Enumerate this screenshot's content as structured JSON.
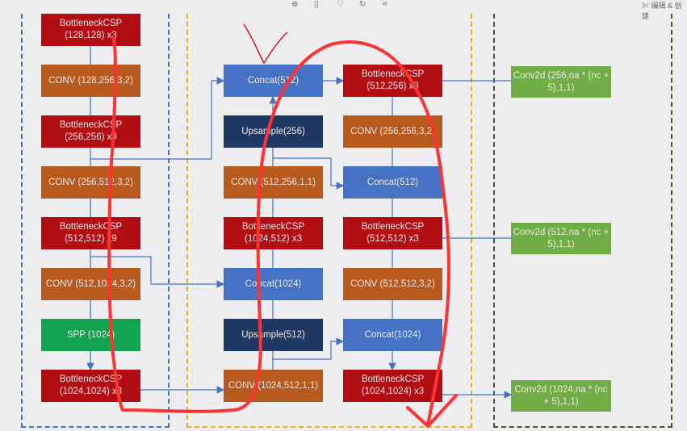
{
  "toolbar": {
    "icons": [
      "zoom-in-icon",
      "delete-icon",
      "favorite-icon",
      "rotate-icon",
      "crop-icon"
    ],
    "edit_create": "编辑 & 创建"
  },
  "backbone": [
    "BottleneckCSP\n(128,128) x3",
    "CONV (128,256,3,2)",
    "BottleneckCSP\n(256,256) x9",
    "CONV (256,512,3,2)",
    "BottleneckCSP\n(512,512) x9",
    "CONV (512,1024,3,2)",
    "SPP (1024)",
    "BottleneckCSP\n(1024,1024) x3"
  ],
  "neck_up": [
    "Concat(512)",
    "Upsample(256)",
    "CONV (512,256,1,1)",
    "BottleneckCSP\n(1024,512) x3",
    "Concat(1024)",
    "Upsample(512)",
    "CONV (1024,512,1,1)"
  ],
  "neck_down": [
    "BottleneckCSP\n(512,256) x3",
    "CONV (256,256,3,2)",
    "Concat(512)",
    "BottleneckCSP\n(512,512) x3",
    "CONV (512,512,3,2)",
    "Concat(1024)",
    "BottleneckCSP\n(1024,1024) x3"
  ],
  "head": [
    "Conv2d (256,na * (nc + 5),1,1)",
    "Conv2d (512,na * (nc + 5),1,1)",
    "Conv2d (1024,na * (nc + 5),1,1)"
  ],
  "colors": {
    "bottleneck": "#b30d14",
    "conv": "#b85a1e",
    "concat": "#4472c4",
    "upsample": "#203864",
    "spp": "#12a350",
    "conv2d": "#70ad47",
    "annotation": "#ff3333"
  }
}
